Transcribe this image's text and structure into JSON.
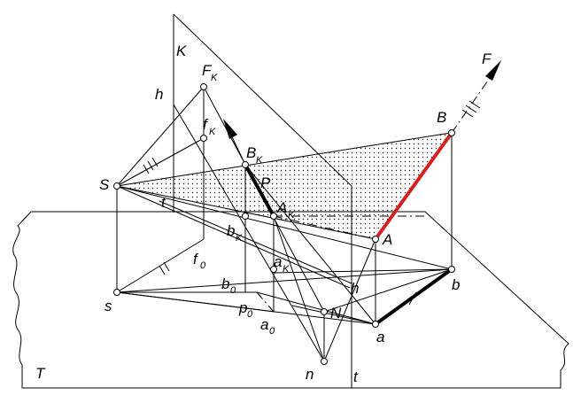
{
  "colors": {
    "line": "#000000",
    "highlight": "#d42020",
    "background": "#ffffff"
  },
  "labels": {
    "K": "K",
    "T": "T",
    "F": "F",
    "Fk_main": "F",
    "Fk_sub": "K",
    "fk_main": "f",
    "fk_sub": "K",
    "h_upper": "h",
    "h_lower": "h",
    "S": "S",
    "s": "s",
    "B": "B",
    "b": "b",
    "Bk_main": "B",
    "Bk_sub": "K",
    "P": "P",
    "Ak_main": "A",
    "Ak_sub": "K",
    "A": "A",
    "a": "a",
    "t_upper": "t",
    "t_lower": "t",
    "bk_main": "b",
    "bk_sub": "K",
    "ak_main": "a",
    "ak_sub": "K",
    "f0_main": "f",
    "f0_sub": "0",
    "b0_main": "b",
    "b0_sub": "0",
    "p0_main": "p",
    "p0_sub": "0",
    "a0_main": "a",
    "a0_sub": "0",
    "N": "N",
    "n": "n"
  }
}
